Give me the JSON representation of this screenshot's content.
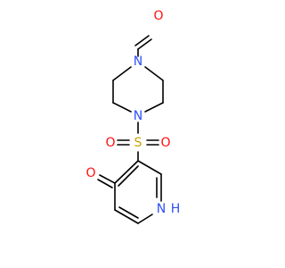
{
  "molecule": {
    "colors": {
      "bond": "#000000",
      "oxygen": "#ff0d0d",
      "nitrogen": "#3050f8",
      "sulfur": "#c8a400"
    },
    "atoms": {
      "o_aldehyde": "O",
      "n_piperazine_top": "N",
      "n_piperazine_bottom": "N",
      "s_sulfonyl": "S",
      "o_sulfonyl_left": "O",
      "o_sulfonyl_right": "O",
      "o_pyridinone": "O",
      "n_pyridinone": "N",
      "h_pyridinone": "H"
    }
  }
}
